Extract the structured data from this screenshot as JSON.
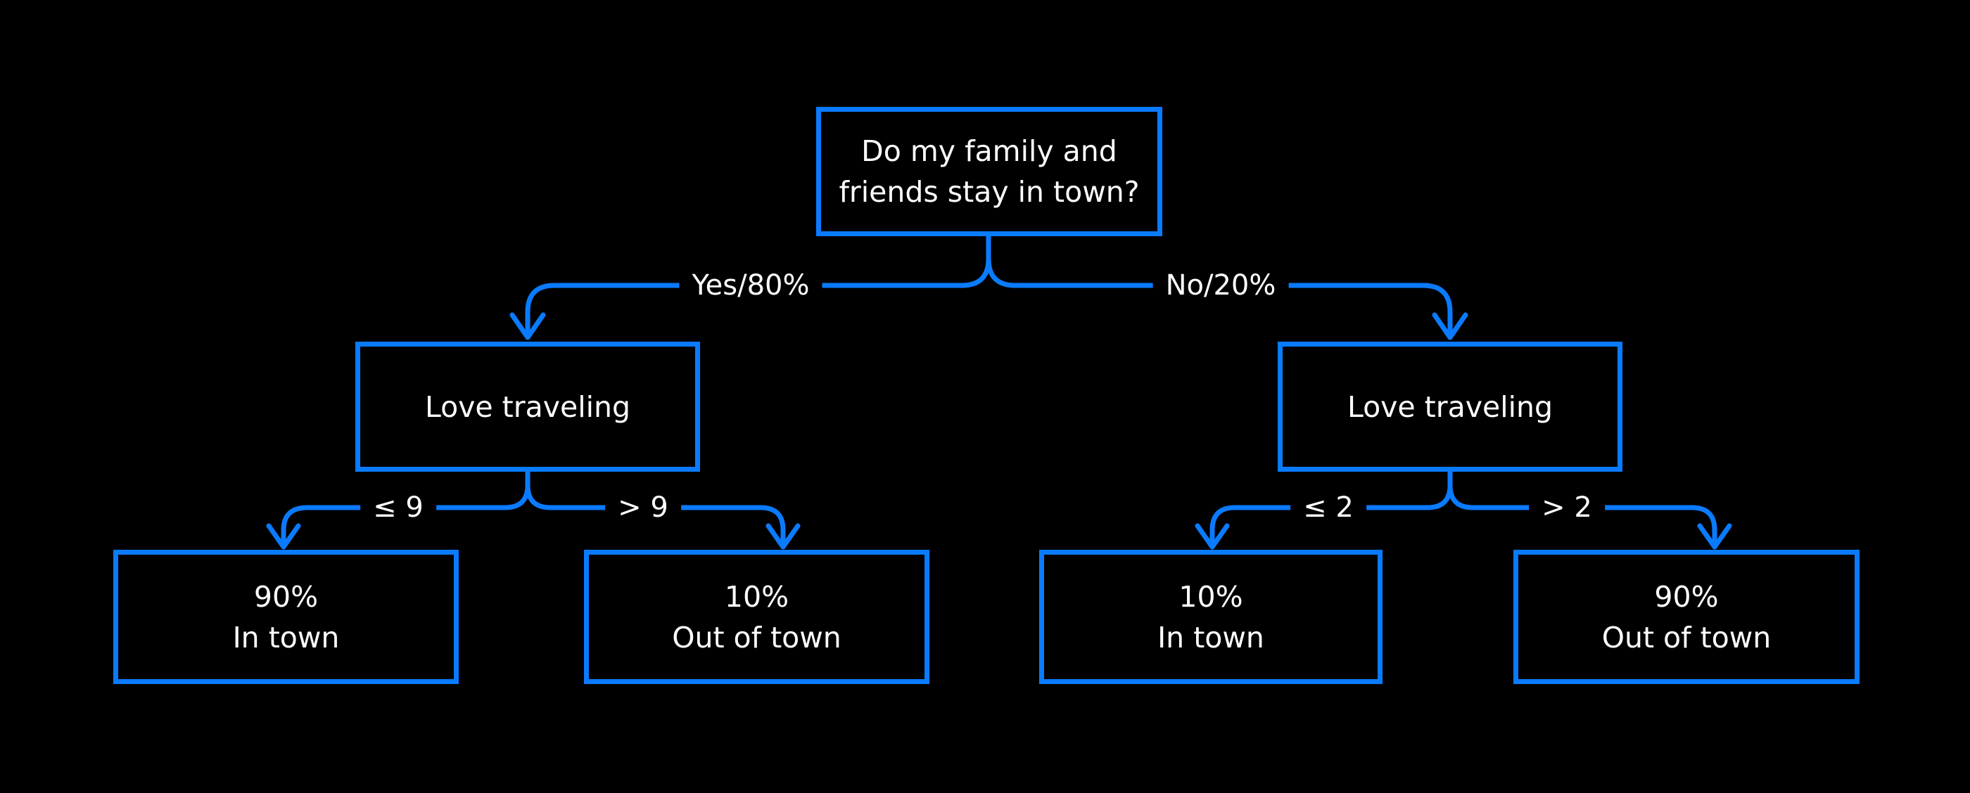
{
  "diagram": {
    "type": "decision-tree",
    "colors": {
      "background": "#000000",
      "accent": "#0a7bff",
      "text": "#ffffff"
    },
    "nodes": {
      "root": {
        "label": "Do my family and friends stay in town?",
        "lines": [
          "Do my family and",
          "friends stay in town?"
        ]
      },
      "love_left": {
        "label": "Love traveling"
      },
      "love_right": {
        "label": "Love traveling"
      },
      "leaves": [
        {
          "value": "90%",
          "place": "In town"
        },
        {
          "value": "10%",
          "place": "Out of town"
        },
        {
          "value": "10%",
          "place": "In town"
        },
        {
          "value": "90%",
          "place": "Out of town"
        }
      ]
    },
    "edges": [
      {
        "from": "root",
        "to": "love-left",
        "label": "Yes/80%"
      },
      {
        "from": "root",
        "to": "love-right",
        "label": "No/20%"
      },
      {
        "from": "love-left",
        "to": "leaf-90-in-town",
        "label": "≤ 9"
      },
      {
        "from": "love-left",
        "to": "leaf-10-out-town",
        "label": "> 9"
      },
      {
        "from": "love-right",
        "to": "leaf-10-in-town",
        "label": "≤ 2"
      },
      {
        "from": "love-right",
        "to": "leaf-90-out-town",
        "label": "> 2"
      }
    ]
  }
}
